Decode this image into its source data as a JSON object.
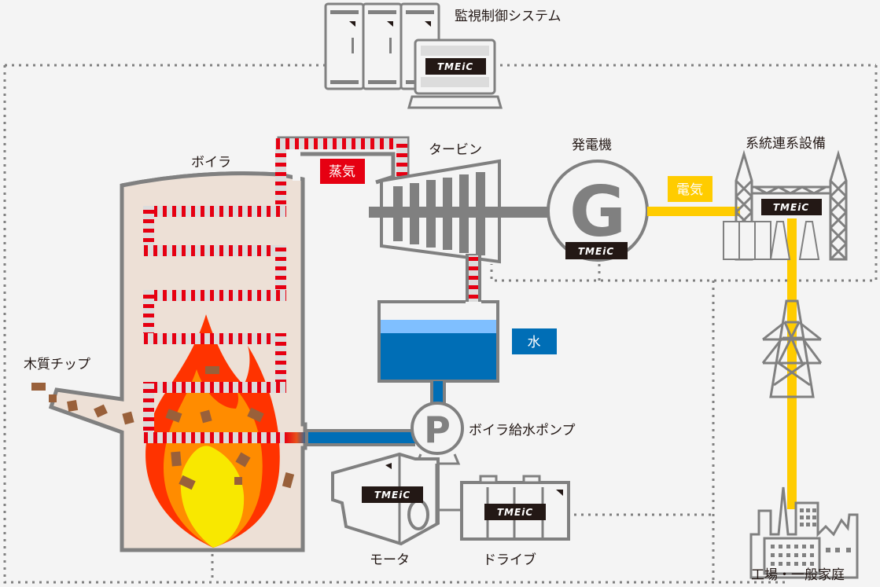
{
  "diagram": {
    "title": "Biomass power generation system",
    "labels": {
      "monitoring": "監視制御システム",
      "boiler": "ボイラ",
      "turbine": "タービン",
      "generator": "発電機",
      "grid": "系統連系設備",
      "wood_chips": "木質チップ",
      "feed_pump": "ボイラ給水ポンプ",
      "motor": "モータ",
      "drive": "ドライブ",
      "consumers": "工場・一般家庭"
    },
    "tags": {
      "steam": "蒸気",
      "water": "水",
      "electricity": "電気"
    },
    "symbols": {
      "generator_letter": "G",
      "pump_letter": "P"
    },
    "brand": {
      "logo_text": "TMEiC",
      "logo_bg": "#231815"
    },
    "colors": {
      "steam": "#e60012",
      "water": "#006eb6",
      "water_light": "#7fbfff",
      "electricity": "#ffcc00",
      "equipment": "#808080",
      "boiler_fill": "#ede0d6",
      "chip": "#99603a"
    }
  }
}
